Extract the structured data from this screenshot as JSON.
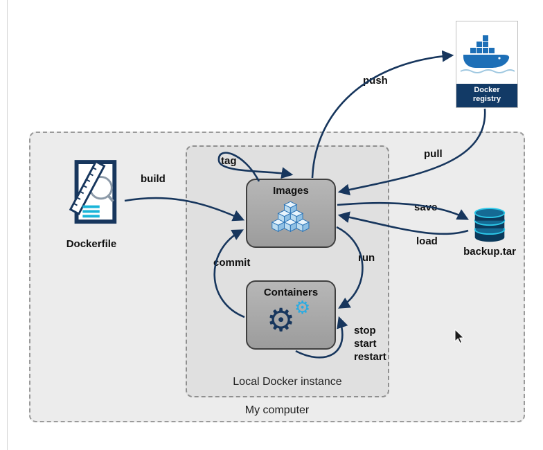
{
  "diagram": {
    "outer_box_label": "My computer",
    "inner_box_label": "Local Docker instance",
    "nodes": {
      "dockerfile": {
        "label": "Dockerfile"
      },
      "images": {
        "label": "Images"
      },
      "containers": {
        "label": "Containers"
      },
      "registry": {
        "line1": "Docker",
        "line2": "registry"
      },
      "backup": {
        "label": "backup.tar"
      }
    },
    "edges": {
      "build": "build",
      "tag": "tag",
      "push": "push",
      "pull": "pull",
      "save": "save",
      "load": "load",
      "run": "run",
      "commit": "commit",
      "stop": "stop",
      "start": "start",
      "restart": "restart"
    },
    "icons": {
      "images": "cube-pyramid-icon",
      "containers": "gears-icon",
      "registry": "docker-whale-icon",
      "backup": "disk-stack-icon",
      "dockerfile": "document-ruler-icon",
      "pointer": "mouse-cursor"
    },
    "colors": {
      "arrow": "#17365d",
      "node_fill": "#a8a8a8",
      "accent_cyan": "#29abe2",
      "registry_banner": "#123a66",
      "outer_fill": "#ececec",
      "inner_fill": "#e0e0e0"
    }
  }
}
